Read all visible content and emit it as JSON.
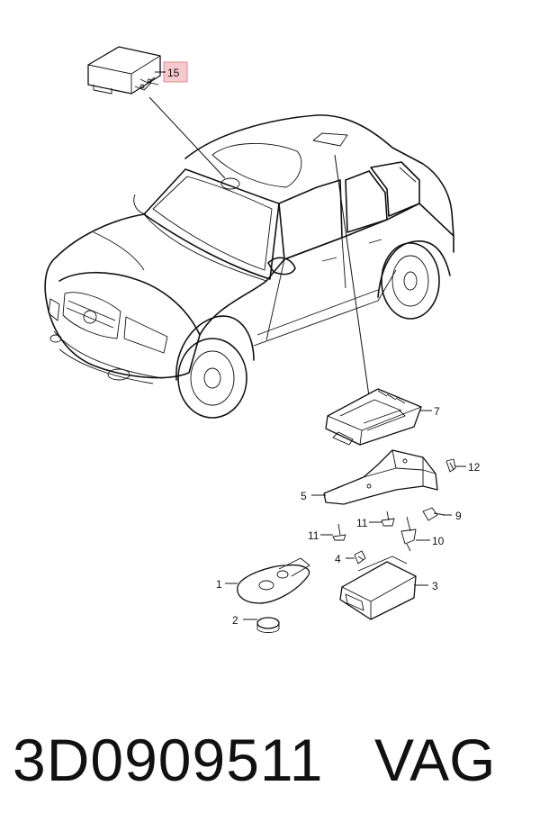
{
  "callouts": {
    "c15": "15",
    "c7": "7",
    "c12": "12",
    "c5": "5",
    "c9": "9",
    "c11a": "11",
    "c11b": "11",
    "c10": "10",
    "c4": "4",
    "c1": "1",
    "c3": "3",
    "c2": "2"
  },
  "footer": {
    "part_number": "3D0909511",
    "brand": "VAG"
  },
  "colors": {
    "highlight_box": "#f6c9cf",
    "highlight_border": "#e08a96",
    "line": "#111111"
  }
}
